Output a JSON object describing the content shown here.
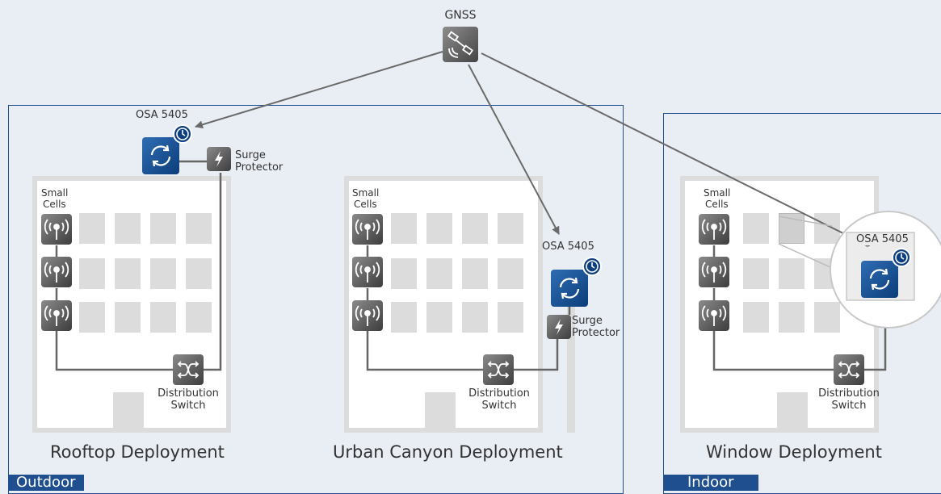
{
  "gnss": {
    "label": "GNSS"
  },
  "outdoor": {
    "tag": "Outdoor",
    "rooftop": {
      "title": "Rooftop Deployment",
      "osa_label": "OSA 5405",
      "surge_label_1": "Surge",
      "surge_label_2": "Protector",
      "cells_label_1": "Small",
      "cells_label_2": "Cells",
      "switch_label_1": "Distribution",
      "switch_label_2": "Switch"
    },
    "urban": {
      "title": "Urban Canyon Deployment",
      "osa_label": "OSA 5405",
      "surge_label_1": "Surge",
      "surge_label_2": "Protector",
      "cells_label_1": "Small",
      "cells_label_2": "Cells",
      "switch_label_1": "Distribution",
      "switch_label_2": "Switch"
    }
  },
  "indoor": {
    "tag": "Indoor",
    "window": {
      "title": "Window Deployment",
      "osa_label": "OSA 5405",
      "cells_label_1": "Small",
      "cells_label_2": "Cells",
      "switch_label_1": "Distribution",
      "switch_label_2": "Switch"
    }
  },
  "colors": {
    "frame": "#1f4f8f",
    "osa_blue": "#0c3d7a",
    "device_gray": "#555555",
    "building_gray": "#dcdcdc",
    "background": "#e9edf4"
  },
  "icons": [
    "satellite-icon",
    "sync-icon",
    "clock-icon",
    "lightning-icon",
    "antenna-icon",
    "switch-arrows-icon"
  ]
}
